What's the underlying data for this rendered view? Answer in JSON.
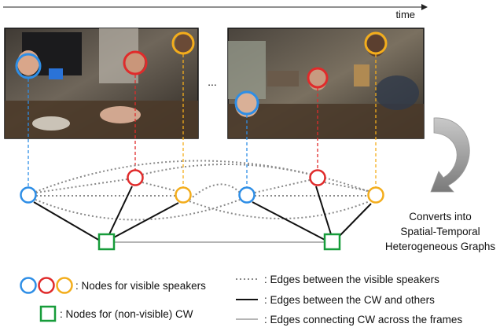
{
  "time_label": "time",
  "ellipsis": "...",
  "converts_text": {
    "line1": "Converts into",
    "line2": "Spatial-Temporal",
    "line3": "Heterogeneous Graphs"
  },
  "legend": {
    "visible_nodes": ": Nodes for visible speakers",
    "cw_node": ": Nodes for (non-visible) CW",
    "edges_visible": ": Edges between the visible speakers",
    "edges_cw": ": Edges between the CW and others",
    "edges_across": ": Edges connecting CW across the frames"
  },
  "colors": {
    "blue": "#2e8ee6",
    "red": "#e02b2b",
    "orange": "#f3ad1c",
    "green": "#179c3a",
    "dotted_edge": "#8a8a8a",
    "cw_edge": "#111111",
    "across_edge": "#b5b5b5",
    "arrow_gray": "#8c8c8c"
  },
  "icons": {
    "time-arrow": "arrow-right",
    "converts-arrow": "curved-arrow"
  }
}
